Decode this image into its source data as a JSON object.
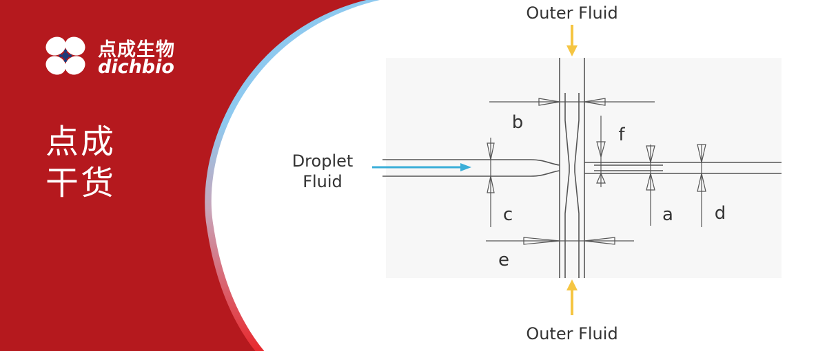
{
  "brand": {
    "name_cn": "点成生物",
    "name_en": "dichbio",
    "tagline_line1": "点成",
    "tagline_line2": "干货"
  },
  "colors": {
    "panel_red": "#b5191e",
    "arc_blue": "#8ec9ef",
    "arc_red": "#e8282c",
    "arrow_yellow": "#f5c542",
    "arrow_cyan": "#3aaed8",
    "line_gray": "#555555"
  },
  "diagram": {
    "outer_fluid_top": "Outer Fluid",
    "outer_fluid_bottom": "Outer Fluid",
    "droplet_fluid_line1": "Droplet",
    "droplet_fluid_line2": "Fluid",
    "labels": {
      "a": "a",
      "b": "b",
      "c": "c",
      "d": "d",
      "e": "e",
      "f": "f"
    }
  }
}
